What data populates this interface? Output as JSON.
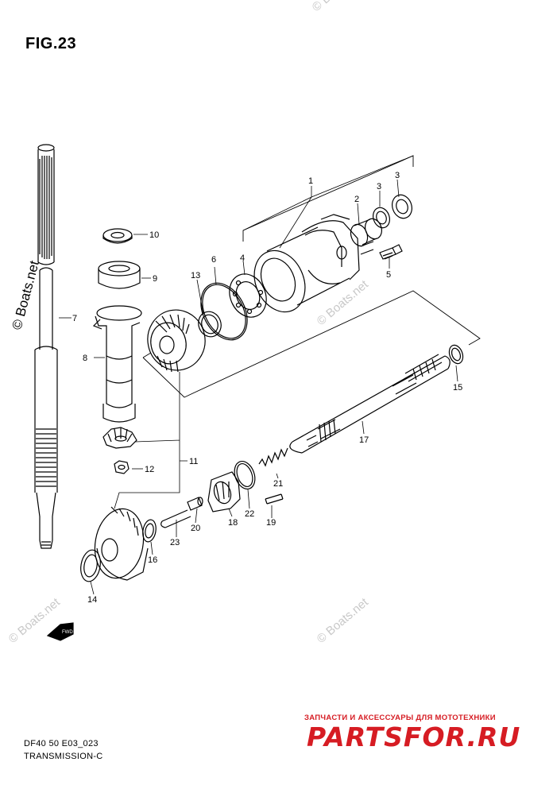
{
  "figure": {
    "title": "FIG.23"
  },
  "footer": {
    "model_code": "DF40 50 E03_023",
    "section": "TRANSMISSION-C"
  },
  "watermark": {
    "text": "© Boats.net"
  },
  "fwd_badge": {
    "text": "FWD"
  },
  "callouts": [
    "1",
    "2",
    "3",
    "3",
    "4",
    "5",
    "6",
    "7",
    "8",
    "9",
    "10",
    "11",
    "12",
    "13",
    "14",
    "15",
    "16",
    "17",
    "18",
    "19",
    "20",
    "21",
    "22",
    "23"
  ],
  "brand": {
    "tagline": "ЗАПЧАСТИ И АКСЕССУАРЫ ДЛЯ МОТОТЕХНИКИ",
    "logo": "PARTSFOR.RU",
    "color": "#d61c23"
  }
}
